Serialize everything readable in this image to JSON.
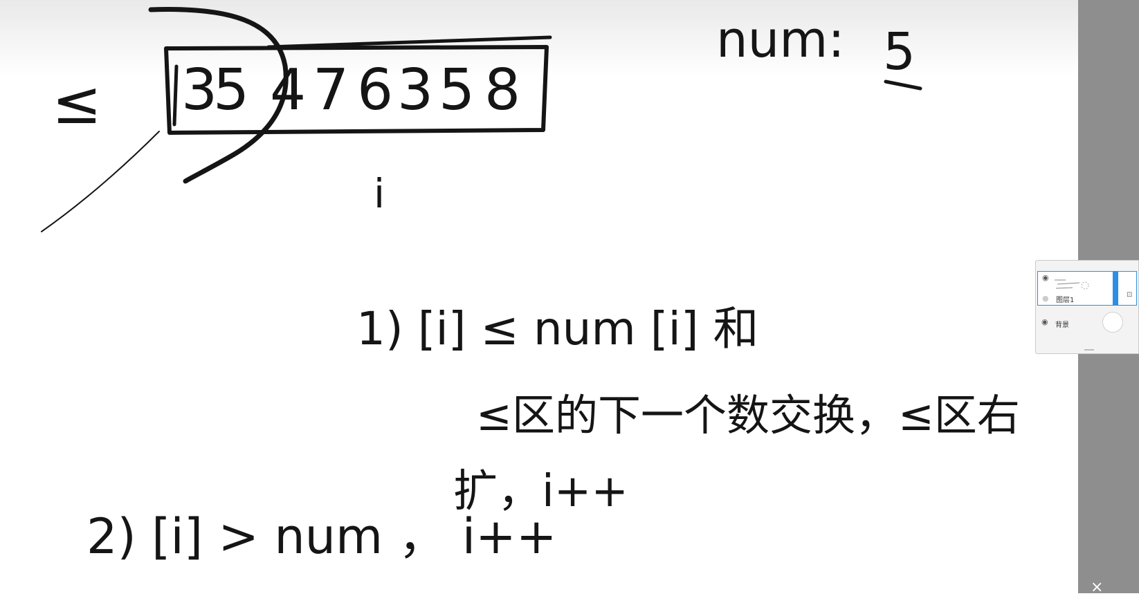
{
  "board": {
    "num_label": "num:",
    "num_value": "5",
    "le_symbol": "≤",
    "array_digits": [
      "3",
      "5",
      "4",
      "7",
      "6",
      "3",
      "5",
      "8"
    ],
    "pointer_label": "i",
    "rule1_line1": "1) [i] ≤ num  [i] 和",
    "rule1_line2": "≤区的下一个数交换，≤区右",
    "rule1_line3": "扩，i++",
    "rule2": "2) [i] > num ， i++"
  },
  "layers_panel": {
    "layers": [
      {
        "name": "图层1",
        "selected": true
      },
      {
        "name": "背景",
        "selected": false
      }
    ],
    "close_label": "×"
  },
  "colors": {
    "ink": "#151515",
    "canvas": "#ffffff",
    "sidebar": "#8e8e8e",
    "selection": "#2d8ee3"
  }
}
